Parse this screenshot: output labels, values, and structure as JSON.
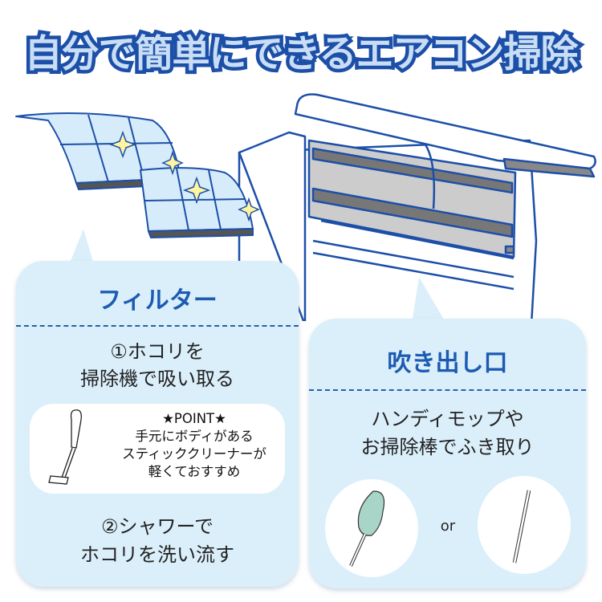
{
  "title": "自分で簡単にできるエアコン掃除",
  "filter_panel": {
    "heading": "フィルター",
    "step1": [
      "①ホコリを",
      "掃除機で吸い取る"
    ],
    "point": {
      "label": "★POINT★",
      "lines": [
        "手元にボディがある",
        "スティッククリーナーが",
        "軽くておすすめ"
      ]
    },
    "step2": [
      "②シャワーで",
      "ホコリを洗い流す"
    ]
  },
  "outlet_panel": {
    "heading": "吹き出し口",
    "lines": [
      "ハンディモップや",
      "お掃除棒でふき取り"
    ],
    "or_label": "or"
  },
  "colors": {
    "accent": "#1d5bb3",
    "panel_bg": "#dbeffa",
    "title_fill": "#c9def5"
  }
}
